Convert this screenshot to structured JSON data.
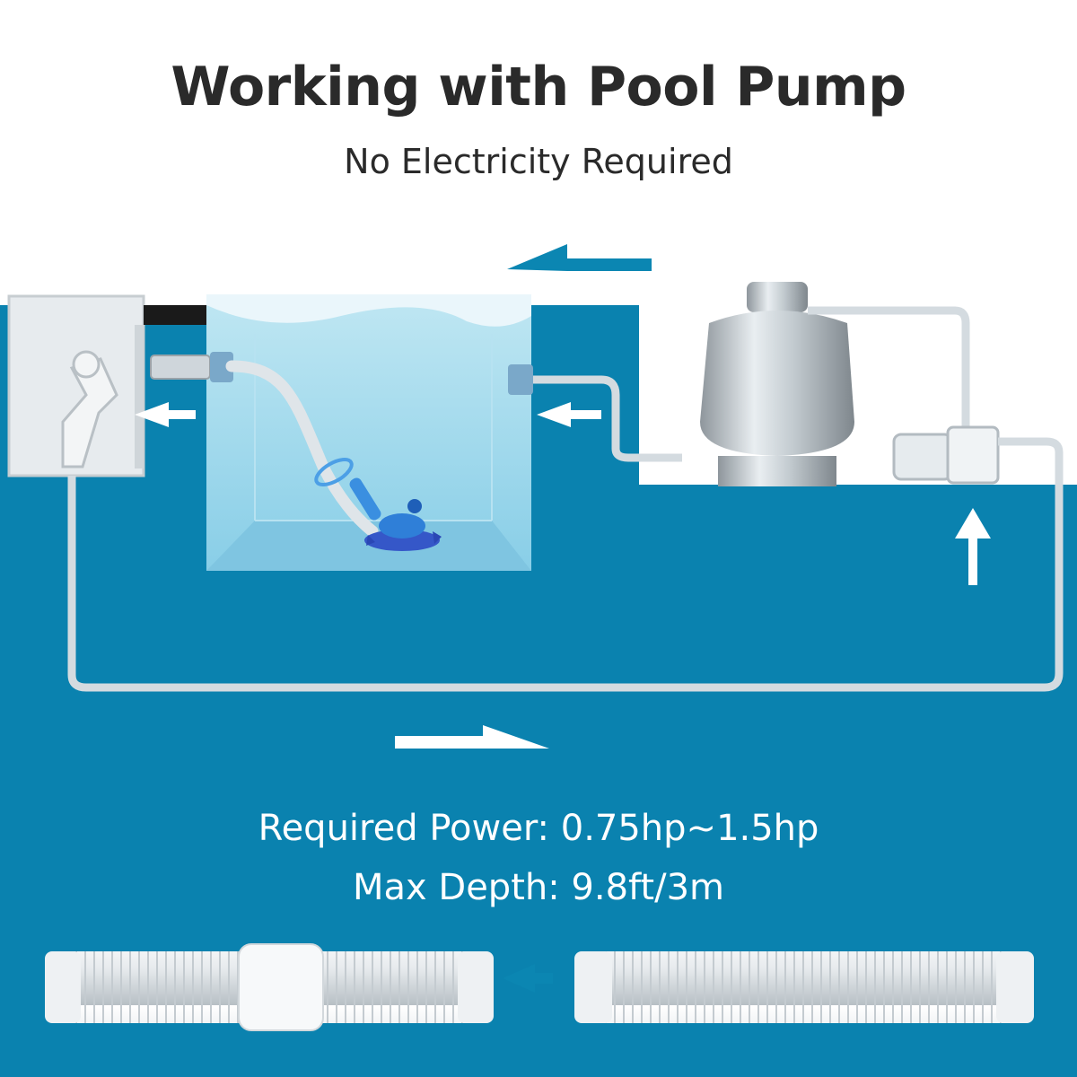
{
  "header": {
    "title": "Working with Pool Pump",
    "subtitle": "No Electricity Required"
  },
  "specs": {
    "power": "Required Power: 0.75hp~1.5hp",
    "depth": "Max Depth: 9.8ft/3m"
  },
  "colors": {
    "pool_blue": "#0a82af",
    "arrow_blue": "#0b86b2",
    "water": "#9fd8ec",
    "pipe": "#d6dde2",
    "cleaner": "#2f7fd8",
    "white": "#ffffff",
    "text_dark": "#2a2a2a"
  },
  "icons": {
    "top_flow": "arrow-left-icon",
    "bottom_flow": "arrow-right-icon",
    "pump_flow": "arrow-up-icon"
  }
}
